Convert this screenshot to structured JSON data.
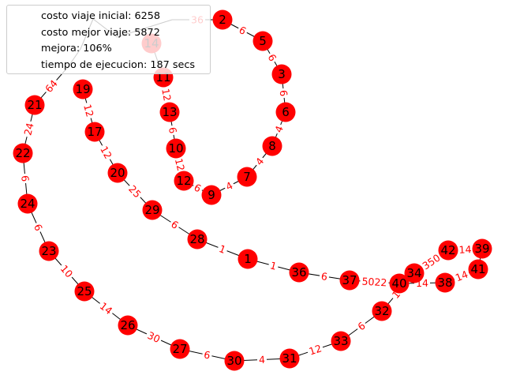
{
  "legend": {
    "initial_cost": "costo viaje inicial: 6258",
    "best_cost": "costo mejor viaje: 5872",
    "improvement": "mejora: 106%",
    "runtime": "tiempo de ejecucion: 187 secs"
  },
  "colors": {
    "node_fill": "#ff0000",
    "edge_stroke": "#000000",
    "edge_label": "#ff0000",
    "node_label": "#000000"
  },
  "graph": {
    "nodes": [
      {
        "id": "1"
      },
      {
        "id": "2"
      },
      {
        "id": "3"
      },
      {
        "id": "5"
      },
      {
        "id": "6"
      },
      {
        "id": "7"
      },
      {
        "id": "8"
      },
      {
        "id": "9"
      },
      {
        "id": "10"
      },
      {
        "id": "11"
      },
      {
        "id": "12"
      },
      {
        "id": "13"
      },
      {
        "id": "14"
      },
      {
        "id": "17"
      },
      {
        "id": "19"
      },
      {
        "id": "20"
      },
      {
        "id": "21"
      },
      {
        "id": "22"
      },
      {
        "id": "23"
      },
      {
        "id": "24"
      },
      {
        "id": "25"
      },
      {
        "id": "26"
      },
      {
        "id": "27"
      },
      {
        "id": "28"
      },
      {
        "id": "29"
      },
      {
        "id": "30"
      },
      {
        "id": "31"
      },
      {
        "id": "32"
      },
      {
        "id": "33"
      },
      {
        "id": "34"
      },
      {
        "id": "36"
      },
      {
        "id": "37"
      },
      {
        "id": "38"
      },
      {
        "id": "39"
      },
      {
        "id": "40"
      },
      {
        "id": "41"
      },
      {
        "id": "42"
      }
    ],
    "edges": [
      {
        "from": "2",
        "to": "5",
        "weight": "6"
      },
      {
        "from": "5",
        "to": "3",
        "weight": "6"
      },
      {
        "from": "3",
        "to": "6",
        "weight": "6"
      },
      {
        "from": "6",
        "to": "8",
        "weight": "4"
      },
      {
        "from": "8",
        "to": "7",
        "weight": "4"
      },
      {
        "from": "7",
        "to": "9",
        "weight": "4"
      },
      {
        "from": "9",
        "to": "12",
        "weight": "6"
      },
      {
        "from": "12",
        "to": "10",
        "weight": "12"
      },
      {
        "from": "10",
        "to": "13",
        "weight": "6"
      },
      {
        "from": "13",
        "to": "11",
        "weight": "12"
      },
      {
        "from": "19",
        "to": "17",
        "weight": "12"
      },
      {
        "from": "17",
        "to": "20",
        "weight": "12"
      },
      {
        "from": "20",
        "to": "29",
        "weight": "25"
      },
      {
        "from": "29",
        "to": "28",
        "weight": "6"
      },
      {
        "from": "28",
        "to": "1",
        "weight": "1"
      },
      {
        "from": "1",
        "to": "36",
        "weight": "1"
      },
      {
        "from": "36",
        "to": "37",
        "weight": "6"
      },
      {
        "from": "37",
        "to": "40",
        "weight": "5022"
      },
      {
        "from": "40",
        "to": "38",
        "weight": "14"
      },
      {
        "from": "38",
        "to": "41",
        "weight": "14"
      },
      {
        "from": "41",
        "to": "39",
        "weight": ""
      },
      {
        "from": "39",
        "to": "42",
        "weight": "14"
      },
      {
        "from": "42",
        "to": "34",
        "weight": "350"
      },
      {
        "from": "34",
        "to": "32",
        "weight": "14"
      },
      {
        "from": "32",
        "to": "33",
        "weight": "6"
      },
      {
        "from": "33",
        "to": "31",
        "weight": "12"
      },
      {
        "from": "31",
        "to": "30",
        "weight": "4"
      },
      {
        "from": "30",
        "to": "27",
        "weight": "6"
      },
      {
        "from": "27",
        "to": "26",
        "weight": "30"
      },
      {
        "from": "26",
        "to": "25",
        "weight": "14"
      },
      {
        "from": "25",
        "to": "23",
        "weight": "10"
      },
      {
        "from": "23",
        "to": "24",
        "weight": "6"
      },
      {
        "from": "24",
        "to": "22",
        "weight": "6"
      },
      {
        "from": "22",
        "to": "21",
        "weight": "24"
      },
      {
        "from": "21",
        "to": "H1",
        "weight": "64"
      },
      {
        "from": "H4",
        "to": "2",
        "weight": "36"
      },
      {
        "from": "11",
        "to": "14",
        "weight": ""
      },
      {
        "from": "H1",
        "to": "H2",
        "weight": ""
      },
      {
        "from": "H2",
        "to": "H3",
        "weight": ""
      },
      {
        "from": "H3",
        "to": "H5",
        "weight": ""
      },
      {
        "from": "H5",
        "to": "H4",
        "weight": ""
      }
    ]
  }
}
